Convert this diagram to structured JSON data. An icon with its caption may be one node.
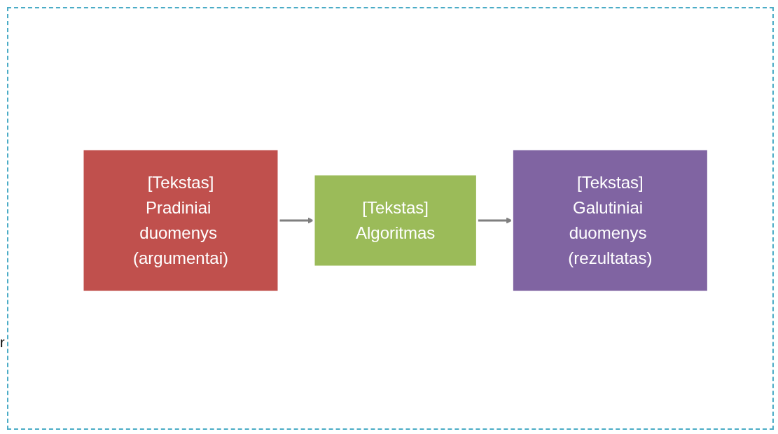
{
  "diagram": {
    "nodes": [
      {
        "text": [
          "[Tekstas]",
          "Pradiniai duomenys (argumentai)"
        ]
      },
      {
        "text": [
          "[Tekstas]",
          "Algoritmas"
        ]
      },
      {
        "text": [
          "[Tekstas]",
          "Galutiniai duomenys (rezultatas)"
        ]
      }
    ],
    "edges": [
      {
        "from": 0,
        "to": 1,
        "arrow": "to"
      },
      {
        "from": 1,
        "to": 2,
        "arrow": "to"
      }
    ],
    "labels": [
      "r"
    ]
  }
}
